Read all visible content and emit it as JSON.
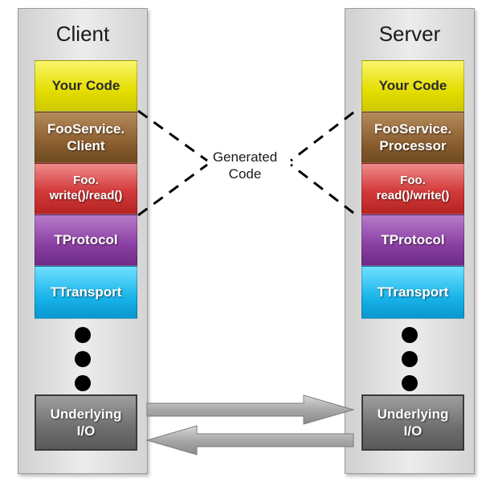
{
  "client": {
    "title": "Client",
    "layers": {
      "your_code": "Your Code",
      "service": "FooService.\nClient",
      "foo": "Foo.\nwrite()/read()",
      "protocol": "TProtocol",
      "transport": "TTransport",
      "io": "Underlying\nI/O"
    }
  },
  "server": {
    "title": "Server",
    "layers": {
      "your_code": "Your Code",
      "service": "FooService.\nProcessor",
      "foo": "Foo.\nread()/write()",
      "protocol": "TProtocol",
      "transport": "TTransport",
      "io": "Underlying\nI/O"
    }
  },
  "generated_code_label": "Generated\nCode",
  "colors": {
    "your_code": "#e3dd00",
    "service": "#8c5f30",
    "foo": "#d33a3a",
    "protocol": "#8a3fa3",
    "transport": "#18b4ea",
    "io": "#6e6e6e",
    "arrow": "#a8a8a8"
  }
}
